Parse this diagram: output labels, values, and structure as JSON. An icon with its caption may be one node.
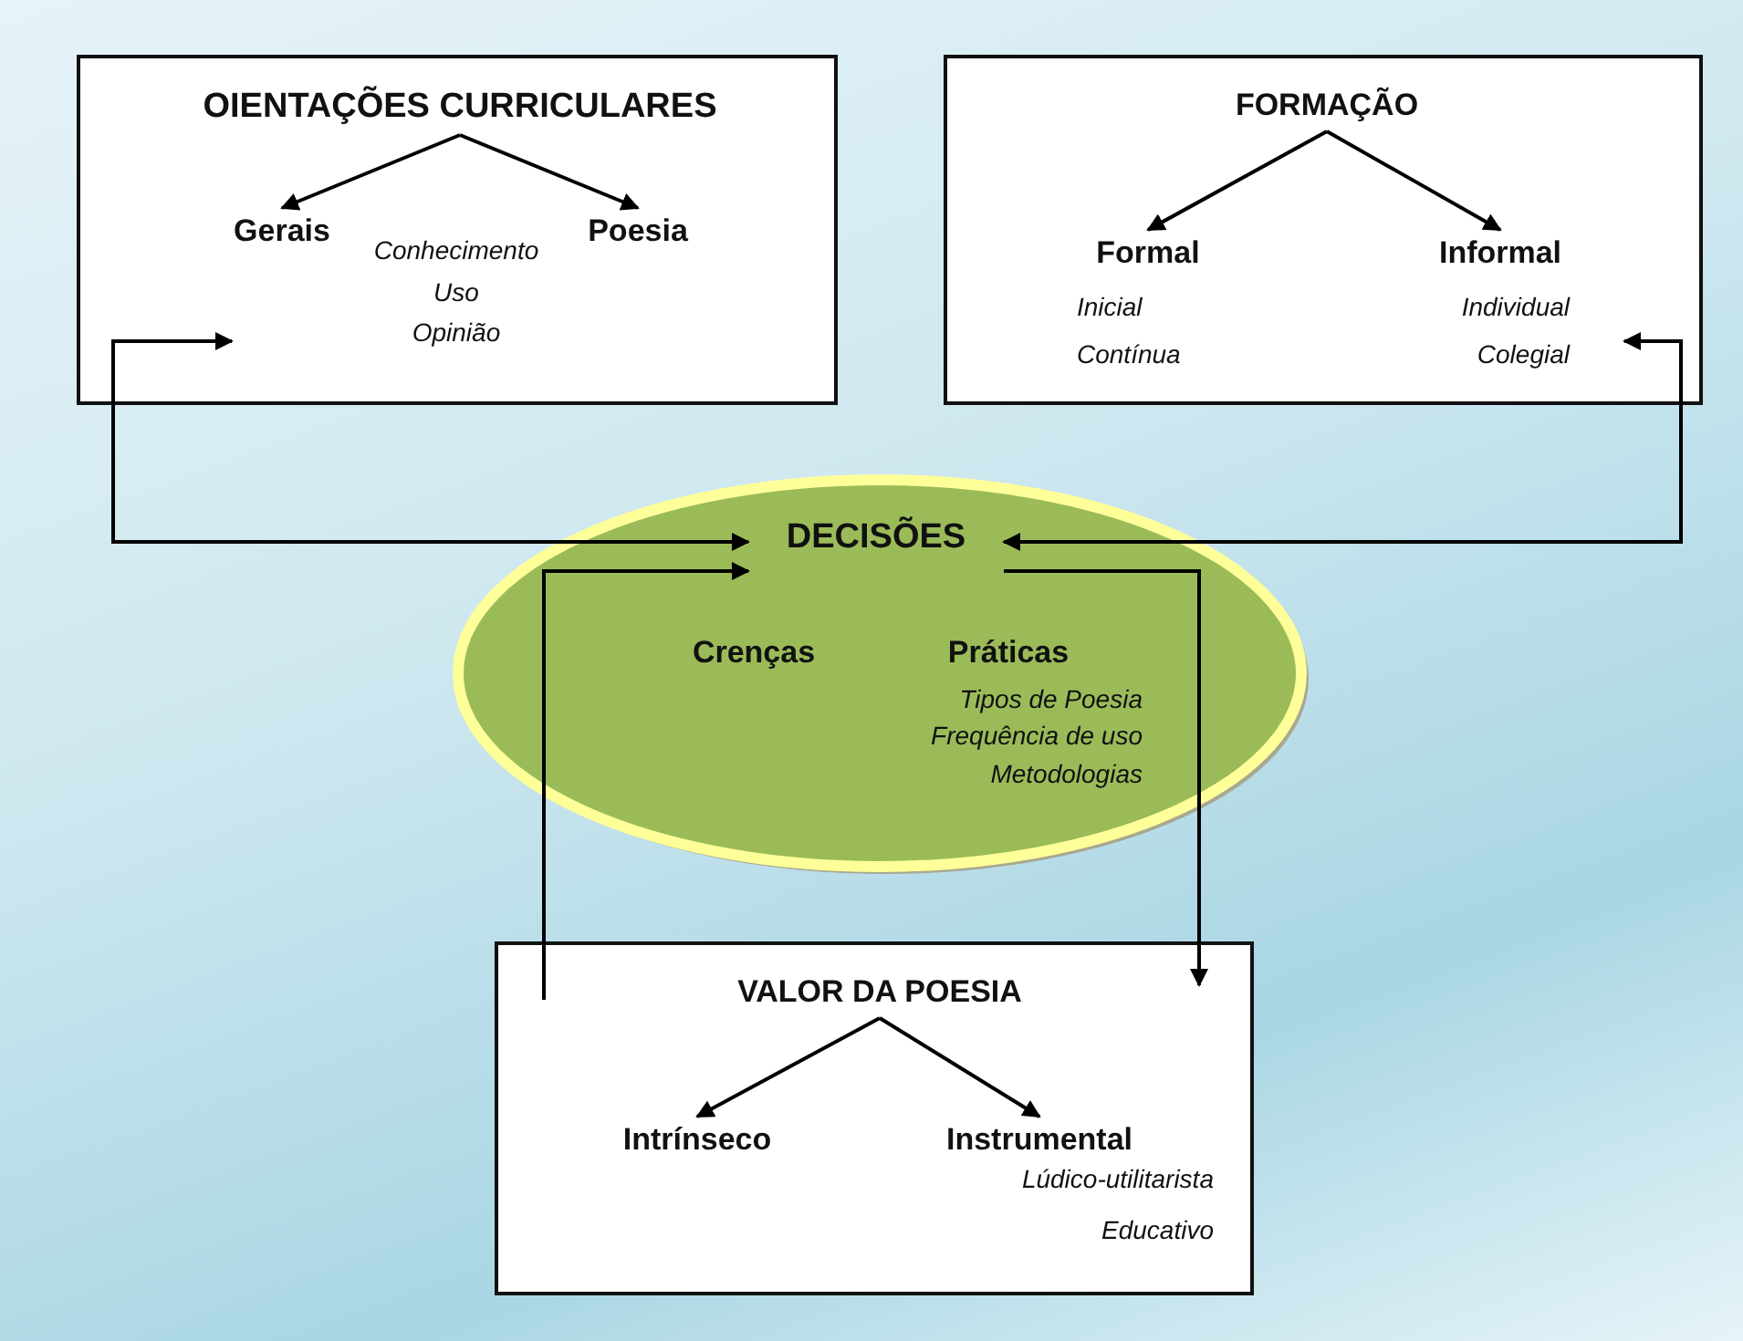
{
  "diagram": {
    "nodes": [
      {
        "text": [],
        "shape": "box"
      },
      {
        "text": [
          "OIENTAÇÕES CURRICULARES"
        ],
        "in": 0
      },
      {
        "text": [
          "Gerais"
        ],
        "in": 0
      },
      {
        "text": [
          "Poesia"
        ],
        "in": 0
      },
      {
        "text": [],
        "shape": "box"
      },
      {
        "text": [
          "FORMAÇÃO"
        ],
        "in": 4
      },
      {
        "text": [
          "Formal"
        ],
        "in": 4,
        "beside": [
          "Inicial",
          "Contínua"
        ]
      },
      {
        "text": [
          "Informal"
        ],
        "in": 4,
        "beside": [
          "Individual",
          "Colegial"
        ]
      },
      {
        "text": [],
        "shape": "ellipse"
      },
      {
        "text": [
          "DECISÕES"
        ],
        "in": 8
      },
      {
        "text": [
          "Crenças"
        ],
        "in": 8
      },
      {
        "text": [
          "Práticas"
        ],
        "in": 8,
        "beside": [
          "Tipos de Poesia",
          "Frequência de uso",
          "Metodologias"
        ]
      },
      {
        "text": [],
        "shape": "box"
      },
      {
        "text": [
          "VALOR DA POESIA"
        ],
        "in": 12
      },
      {
        "text": [
          "Intrínseco"
        ],
        "in": 12
      },
      {
        "text": [
          "Instrumental"
        ],
        "in": 12,
        "beside": [
          "Lúdico-utilitarista",
          "Educativo"
        ]
      }
    ],
    "edges": [
      {
        "from": 1,
        "to": 2,
        "arrow": "to"
      },
      {
        "from": 1,
        "to": 3,
        "arrow": "to"
      },
      {
        "from": 5,
        "to": 6,
        "arrow": "to"
      },
      {
        "from": 5,
        "to": 7,
        "arrow": "to"
      },
      {
        "from": 13,
        "to": 14,
        "arrow": "to"
      },
      {
        "from": 13,
        "to": 15,
        "arrow": "to"
      },
      {
        "from": 9,
        "to": 0,
        "arrow": "both"
      },
      {
        "from": 7,
        "to": 9,
        "arrow": "both"
      },
      {
        "from": 12,
        "to": 9,
        "arrow": "to"
      },
      {
        "from": 9,
        "to": 12,
        "arrow": "to"
      }
    ],
    "labels": [
      "Conhecimento",
      "Uso",
      "Opinião"
    ]
  }
}
